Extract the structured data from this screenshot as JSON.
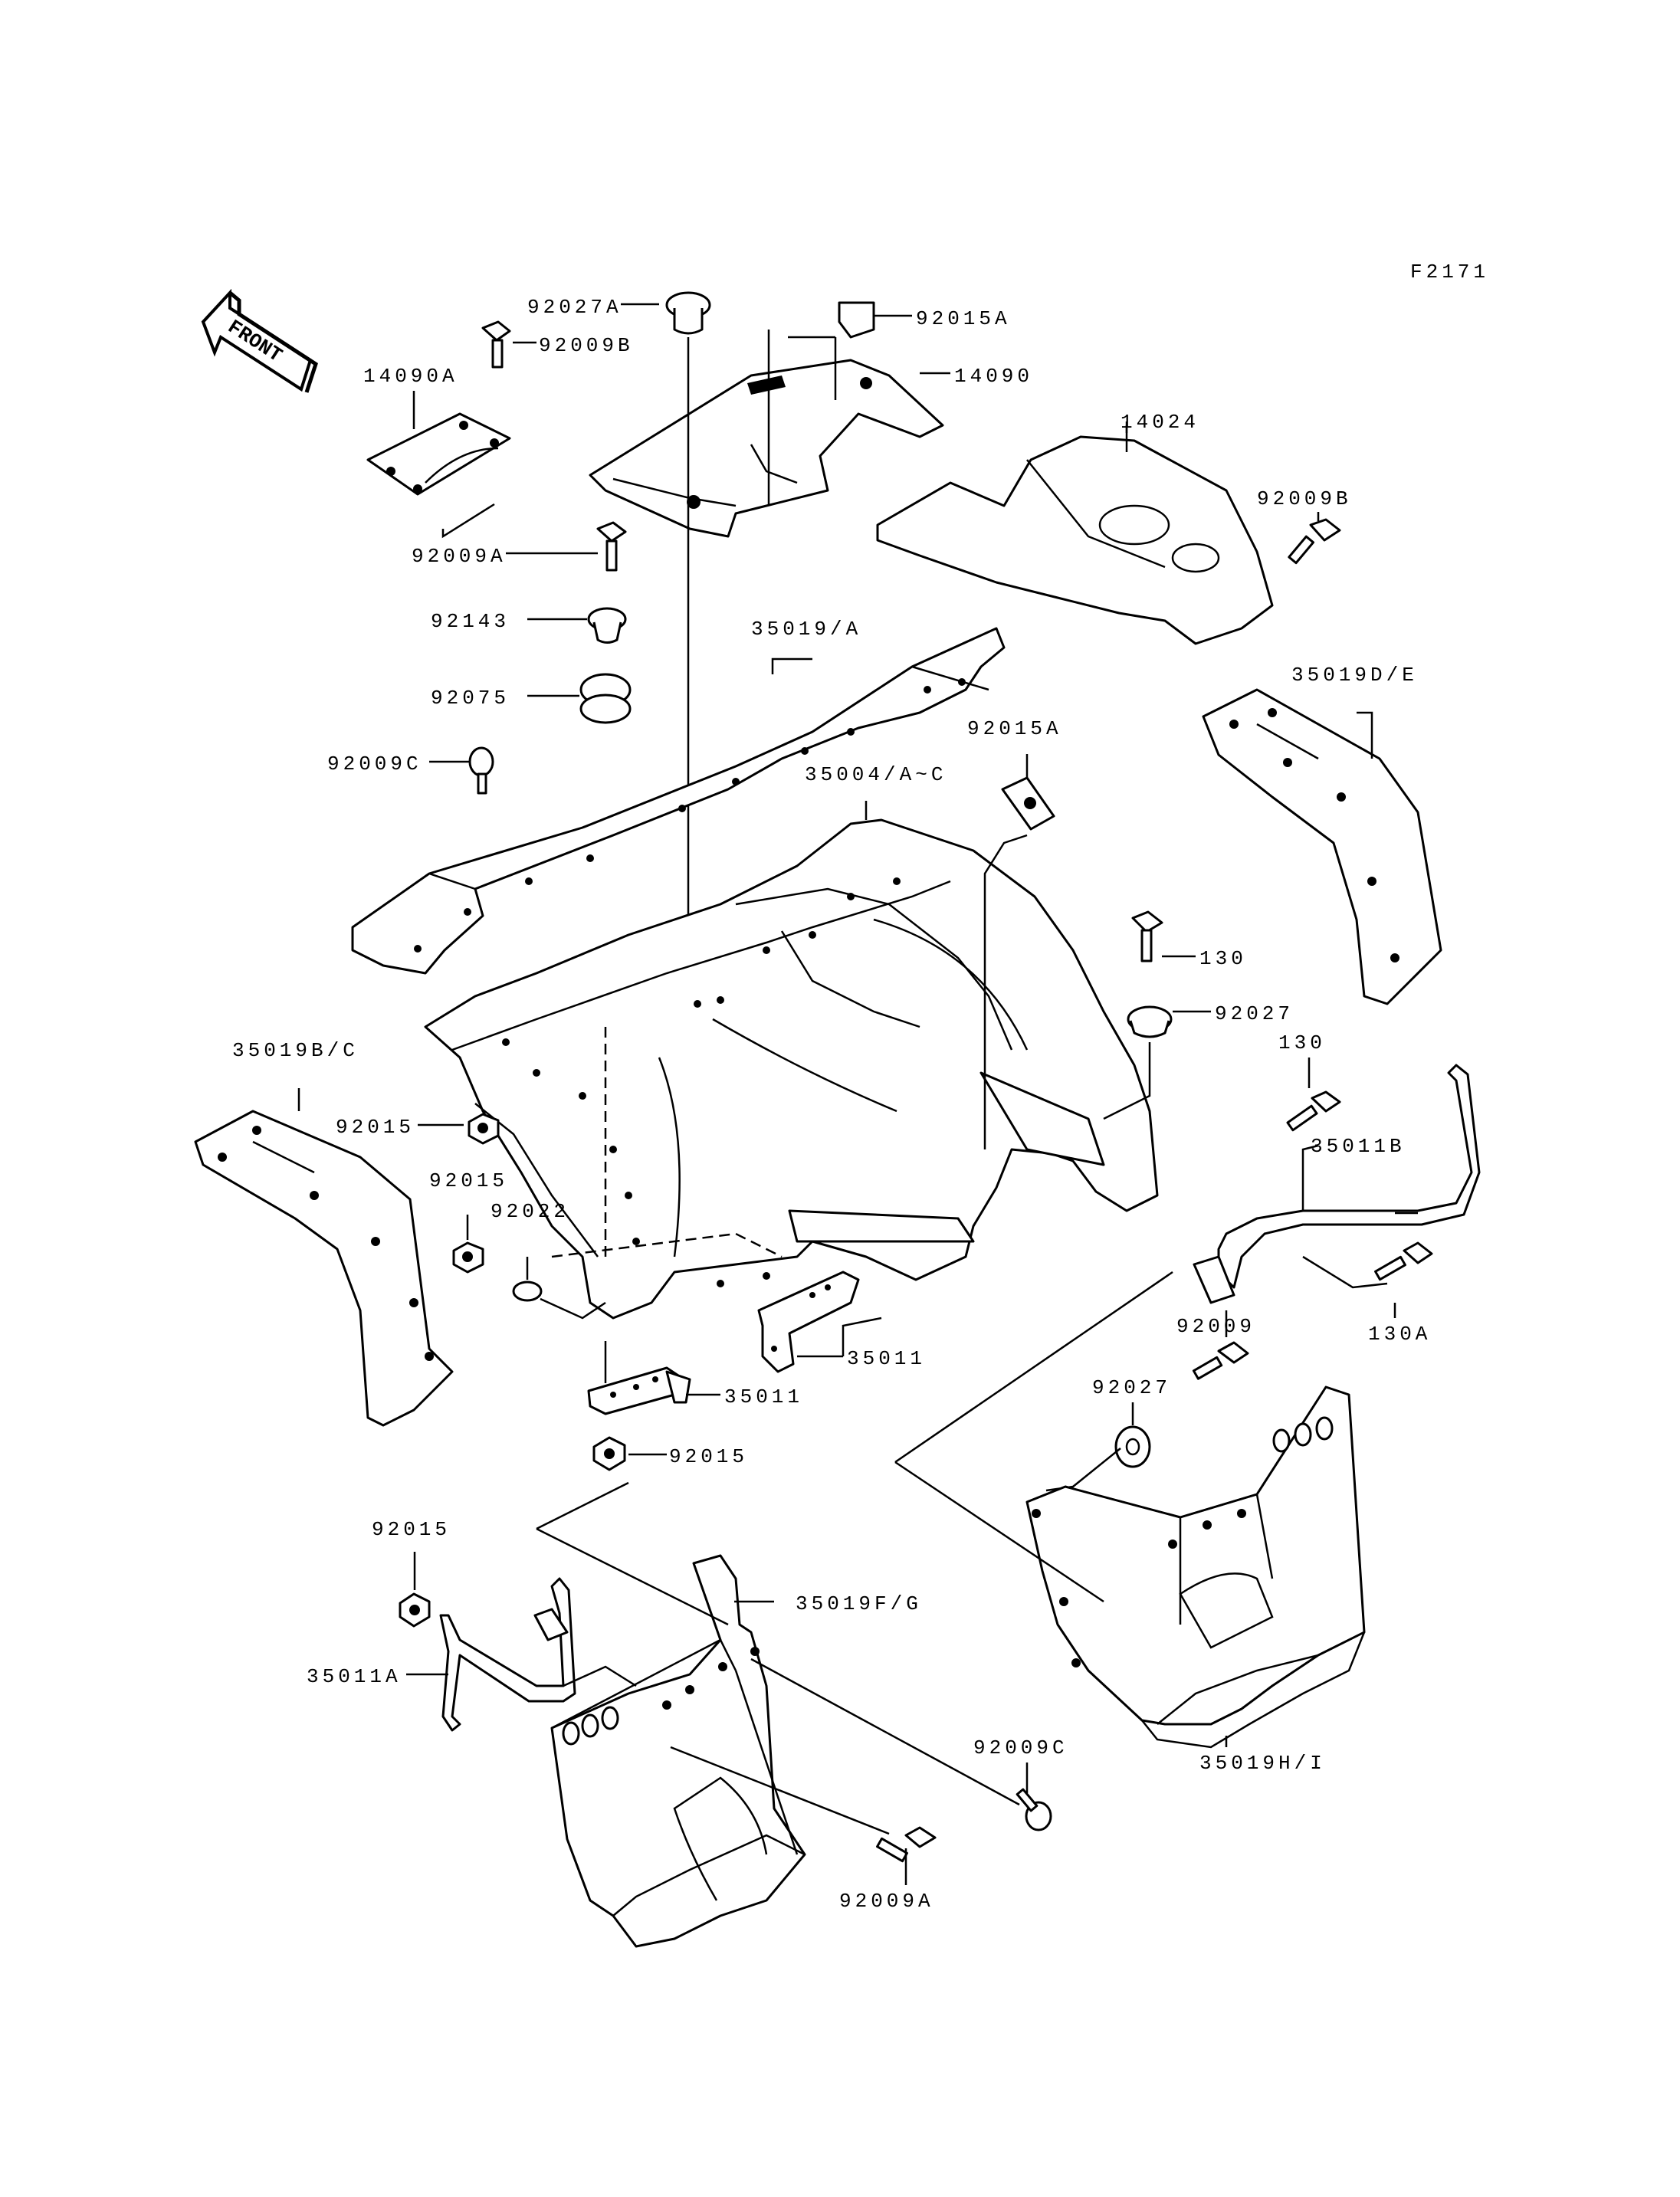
{
  "figure_code": "F2171",
  "front_indicator": "FRONT",
  "labels": {
    "l_92027A": "92027A",
    "l_92015A_top": "92015A",
    "l_92009B_top": "92009B",
    "l_14090": "14090",
    "l_14090A": "14090A",
    "l_14024": "14024",
    "l_92009B_right": "92009B",
    "l_92009A_top": "92009A",
    "l_92143": "92143",
    "l_35019A": "35019/A",
    "l_92075": "92075",
    "l_35019DE": "35019D/E",
    "l_92015A_mid": "92015A",
    "l_92009C_left": "92009C",
    "l_35004": "35004/A~C",
    "l_130_a": "130",
    "l_92027": "92027",
    "l_130_b": "130",
    "l_35019BC": "35019B/C",
    "l_35011B": "35011B",
    "l_92015_a": "92015",
    "l_92015_b": "92015",
    "l_92022": "92022",
    "l_92009": "92009",
    "l_130A": "130A",
    "l_92027_low": "92027",
    "l_35011_a": "35011",
    "l_35011_b": "35011",
    "l_92015_c": "92015",
    "l_92015_d": "92015",
    "l_35019FG": "35019F/G",
    "l_35011A": "35011A",
    "l_92009C_low": "92009C",
    "l_35019HI": "35019H/I",
    "l_92009A_low": "92009A"
  }
}
